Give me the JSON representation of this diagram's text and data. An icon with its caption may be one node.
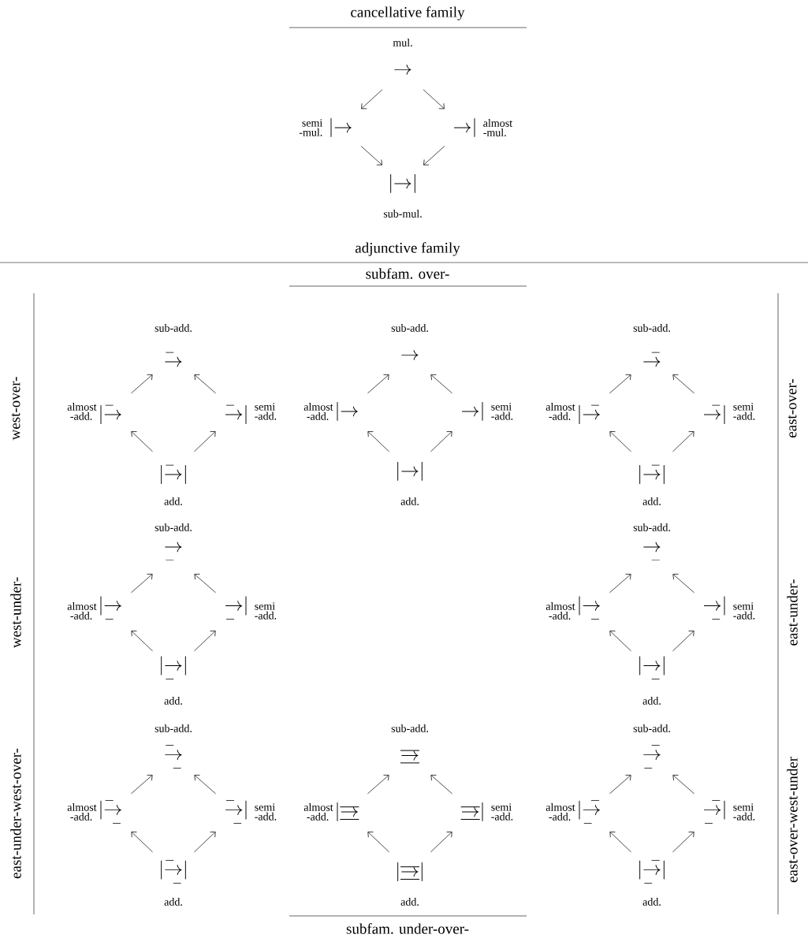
{
  "diagram": {
    "nodes": [
      {
        "text": [
          "\\rightarrow"
        ],
        "beside": [
          "mul."
        ]
      },
      {
        "text": [
          "|{\\rightarrow}"
        ],
        "beside": [
          "semi -mul."
        ]
      },
      {
        "text": [
          "{\\rightarrow}|"
        ],
        "beside": [
          "almost -mul."
        ]
      },
      {
        "text": [
          "|{\\rightarrow}|"
        ],
        "beside": [
          "sub-mul."
        ]
      },
      {
        "text": [
          "\\overset{-\\;\\;}{\\rightarrow}"
        ],
        "beside": [
          "sub-add."
        ]
      },
      {
        "text": [
          "|{\\overset{-\\;\\;}{\\rightarrow}}"
        ],
        "beside": [
          "almost -add."
        ]
      },
      {
        "text": [
          "{\\overset{-\\;\\;}{\\rightarrow}}|"
        ],
        "beside": [
          "semi -add."
        ]
      },
      {
        "text": [
          "|{\\overset{-\\;\\;}{\\rightarrow}}|"
        ],
        "beside": [
          "add."
        ]
      },
      {
        "text": [
          "\\rightarrow"
        ],
        "beside": [
          "sub-add."
        ]
      },
      {
        "text": [
          "|{\\rightarrow}"
        ],
        "beside": [
          "almost -add."
        ]
      },
      {
        "text": [
          "{\\rightarrow}|"
        ],
        "beside": [
          "semi -add."
        ]
      },
      {
        "text": [
          "|{\\rightarrow}|"
        ],
        "beside": [
          "add."
        ]
      },
      {
        "text": [
          "\\overset{\\;\\;-}{\\rightarrow}"
        ],
        "beside": [
          "sub-add."
        ]
      },
      {
        "text": [
          "|{\\overset{\\;\\;-}{\\rightarrow}}"
        ],
        "beside": [
          "almost -add."
        ]
      },
      {
        "text": [
          "{\\overset{\\;\\;-}{\\rightarrow}}|"
        ],
        "beside": [
          "semi -add."
        ]
      },
      {
        "text": [
          "|{\\overset{\\;\\;-}{\\rightarrow}}|"
        ],
        "beside": [
          "add."
        ]
      },
      {
        "text": [
          "\\underset{-\\;\\;}{\\rightarrow}"
        ],
        "beside": [
          "sub-add."
        ]
      },
      {
        "text": [
          "|{\\underset{-\\;\\;}{\\rightarrow}}"
        ],
        "beside": [
          "almost -add."
        ]
      },
      {
        "text": [
          "{\\underset{-\\;\\;}{\\rightarrow}}|"
        ],
        "beside": [
          "semi -add."
        ]
      },
      {
        "text": [
          "|{\\underset{-\\;\\;}{\\rightarrow}}|"
        ],
        "beside": [
          "add."
        ]
      },
      {
        "text": [
          "\\underset{\\;\\;-}{\\rightarrow}"
        ],
        "beside": [
          "sub-add."
        ]
      },
      {
        "text": [
          "|{\\underset{\\;\\;-}{\\rightarrow}}"
        ],
        "beside": [
          "almost -add."
        ]
      },
      {
        "text": [
          "{\\underset{\\;\\;-}{\\rightarrow}}|"
        ],
        "beside": [
          "semi -add."
        ]
      },
      {
        "text": [
          "|{\\underset{\\;\\;-}{\\rightarrow}}|"
        ],
        "beside": [
          "add."
        ]
      },
      {
        "text": [
          "\\overset{-\\;\\;}{\\underset{\\;\\;-}{\\rightarrow}}"
        ],
        "beside": [
          "sub-add."
        ]
      },
      {
        "text": [
          "|{\\overset{-\\;\\;}{\\underset{\\;\\;-}{\\rightarrow}}}"
        ],
        "beside": [
          "almost -add."
        ]
      },
      {
        "text": [
          "{\\overset{-\\;\\;}{\\underset{\\;\\;-}{\\rightarrow}}}|"
        ],
        "beside": [
          "semi -add."
        ]
      },
      {
        "text": [
          "|{\\overset{-\\;\\;}{\\underset{\\;\\;-}{\\rightarrow}}}|"
        ],
        "beside": [
          "add."
        ]
      },
      {
        "text": [
          "\\overline{\\underline{\\rightarrow}}"
        ],
        "beside": [
          "sub-add."
        ]
      },
      {
        "text": [
          "|{\\overline{\\underline{\\rightarrow}}}"
        ],
        "beside": [
          "almost -add."
        ]
      },
      {
        "text": [
          "{\\overline{\\underline{\\rightarrow}}}|"
        ],
        "beside": [
          "semi -add."
        ]
      },
      {
        "text": [
          "|{\\overline{\\underline{\\rightarrow}}}|"
        ],
        "beside": [
          "add."
        ]
      },
      {
        "text": [
          "\\overset{\\;\\;-}{\\underset{-\\;\\;}{\\rightarrow}}"
        ],
        "beside": [
          "sub-add."
        ]
      },
      {
        "text": [
          "|{\\overset{\\;\\;-}{\\underset{-\\;\\;}{\\rightarrow}}}"
        ],
        "beside": [
          "almost -add."
        ]
      },
      {
        "text": [
          "{\\overset{\\;\\;-}{\\underset{-\\;\\;}{\\rightarrow}}}|"
        ],
        "beside": [
          "semi -add."
        ]
      },
      {
        "text": [
          "|{\\overset{\\;\\;-}{\\underset{-\\;\\;}{\\rightarrow}}}|"
        ],
        "beside": [
          "add."
        ]
      }
    ],
    "edges": [
      {
        "from": 0,
        "to": 1,
        "arrow": "to"
      },
      {
        "from": 0,
        "to": 2,
        "arrow": "to"
      },
      {
        "from": 1,
        "to": 3,
        "arrow": "to"
      },
      {
        "from": 2,
        "to": 3,
        "arrow": "to"
      },
      {
        "from": 7,
        "to": 5,
        "arrow": "to"
      },
      {
        "from": 7,
        "to": 6,
        "arrow": "to"
      },
      {
        "from": 5,
        "to": 4,
        "arrow": "to"
      },
      {
        "from": 6,
        "to": 4,
        "arrow": "to"
      },
      {
        "from": 11,
        "to": 9,
        "arrow": "to"
      },
      {
        "from": 11,
        "to": 10,
        "arrow": "to"
      },
      {
        "from": 9,
        "to": 8,
        "arrow": "to"
      },
      {
        "from": 10,
        "to": 8,
        "arrow": "to"
      },
      {
        "from": 15,
        "to": 13,
        "arrow": "to"
      },
      {
        "from": 15,
        "to": 14,
        "arrow": "to"
      },
      {
        "from": 13,
        "to": 12,
        "arrow": "to"
      },
      {
        "from": 14,
        "to": 12,
        "arrow": "to"
      },
      {
        "from": 19,
        "to": 17,
        "arrow": "to"
      },
      {
        "from": 19,
        "to": 18,
        "arrow": "to"
      },
      {
        "from": 17,
        "to": 16,
        "arrow": "to"
      },
      {
        "from": 18,
        "to": 16,
        "arrow": "to"
      },
      {
        "from": 23,
        "to": 21,
        "arrow": "to"
      },
      {
        "from": 23,
        "to": 22,
        "arrow": "to"
      },
      {
        "from": 21,
        "to": 20,
        "arrow": "to"
      },
      {
        "from": 22,
        "to": 20,
        "arrow": "to"
      },
      {
        "from": 27,
        "to": 25,
        "arrow": "to"
      },
      {
        "from": 27,
        "to": 26,
        "arrow": "to"
      },
      {
        "from": 25,
        "to": 24,
        "arrow": "to"
      },
      {
        "from": 26,
        "to": 24,
        "arrow": "to"
      },
      {
        "from": 31,
        "to": 29,
        "arrow": "to"
      },
      {
        "from": 31,
        "to": 30,
        "arrow": "to"
      },
      {
        "from": 29,
        "to": 28,
        "arrow": "to"
      },
      {
        "from": 30,
        "to": 28,
        "arrow": "to"
      },
      {
        "from": 35,
        "to": 33,
        "arrow": "to"
      },
      {
        "from": 35,
        "to": 34,
        "arrow": "to"
      },
      {
        "from": 33,
        "to": 32,
        "arrow": "to"
      },
      {
        "from": 34,
        "to": 32,
        "arrow": "to"
      }
    ],
    "labels": [
      "cancellative family",
      "adjunctive family",
      "subfam. over-",
      "west-over-",
      "east-over-",
      "west-under-",
      "east-under-",
      "east-under-west-over-",
      "east-over-west-under",
      "subfam. under-over-"
    ]
  }
}
